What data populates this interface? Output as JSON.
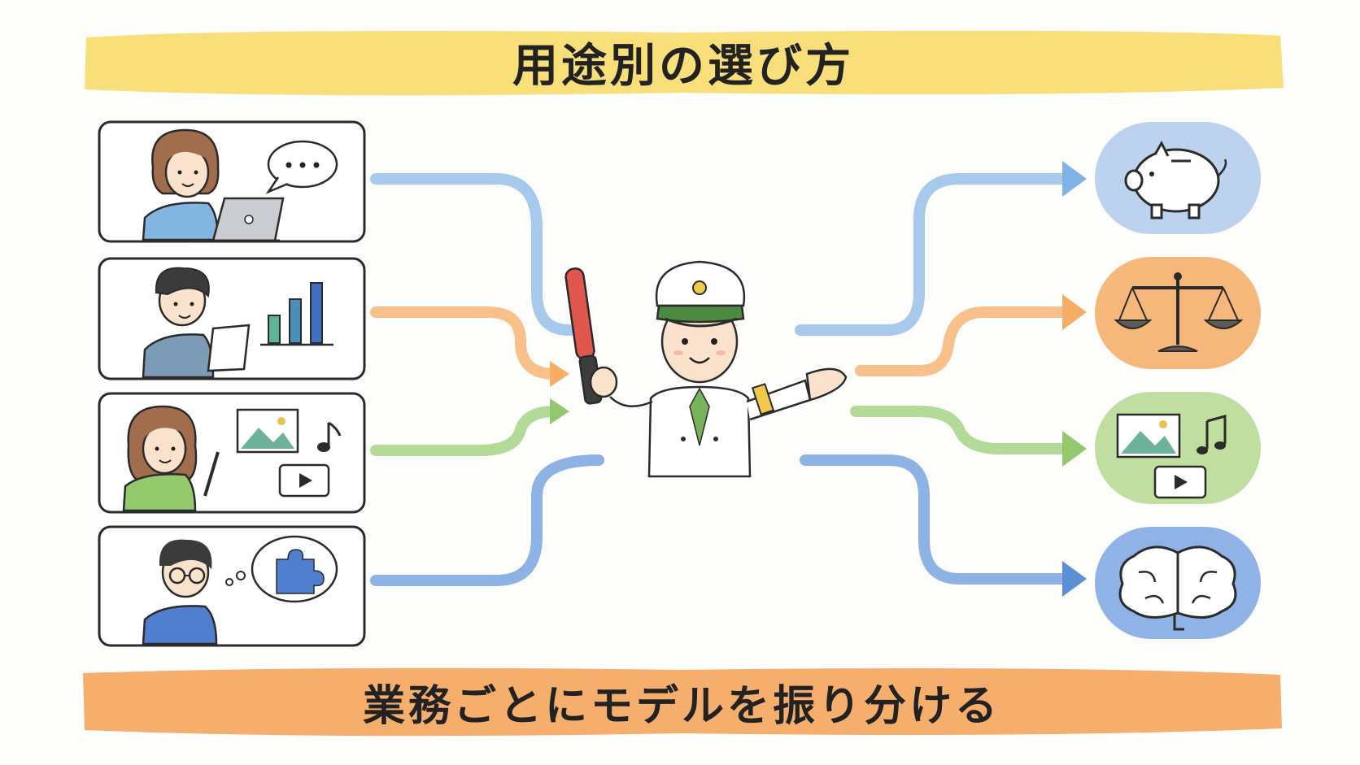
{
  "title": "用途別の選び方",
  "subtitle": "業務ごとにモデルを振り分ける",
  "colors": {
    "title_banner": "#f7dc6a",
    "subtitle_banner": "#f5a55c",
    "blue": "#7fb2e5",
    "orange": "#f6ad64",
    "green": "#93c96c",
    "deep_blue": "#5b8fd6"
  },
  "users": [
    {
      "name": "chat-user",
      "icon": "speech-bubble-icon",
      "tag": "ellipsis"
    },
    {
      "name": "analytics-user",
      "icon": "bar-chart-icon",
      "tag": "document"
    },
    {
      "name": "creative-user",
      "icon": "media-icon",
      "tag": "pencil"
    },
    {
      "name": "thinking-user",
      "icon": "puzzle-icon",
      "tag": "glasses"
    }
  ],
  "outputs": [
    {
      "icon": "piggy-bank-icon",
      "meaning": "cost"
    },
    {
      "icon": "balance-scale-icon",
      "meaning": "balance"
    },
    {
      "icon": "media-icon",
      "meaning": "multimodal"
    },
    {
      "icon": "brain-icon",
      "meaning": "reasoning"
    }
  ]
}
